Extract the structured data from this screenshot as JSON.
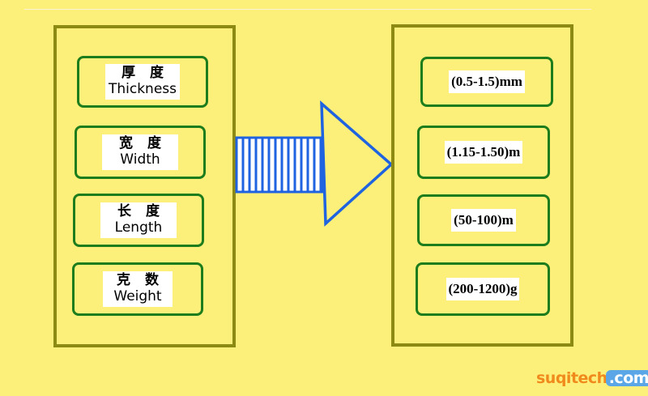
{
  "left_items": [
    {
      "zh": "厚 度",
      "en": "Thickness"
    },
    {
      "zh": "宽 度",
      "en": "Width"
    },
    {
      "zh": "长 度",
      "en": "Length"
    },
    {
      "zh": "克 数",
      "en": "Weight"
    }
  ],
  "right_items": [
    "(0.5-1.5)mm",
    "(1.15-1.50)m",
    "(50-100)m",
    "(200-1200)g"
  ],
  "watermark": {
    "main": "suqitech",
    "suffix": ".com"
  },
  "colors": {
    "background": "#fdf07a",
    "panel_border": "#8c8a12",
    "box_border": "#1d7d1d",
    "arrow": "#1f63e0",
    "watermark_orange": "#f08a1c",
    "watermark_blue": "#5aa6e6"
  }
}
